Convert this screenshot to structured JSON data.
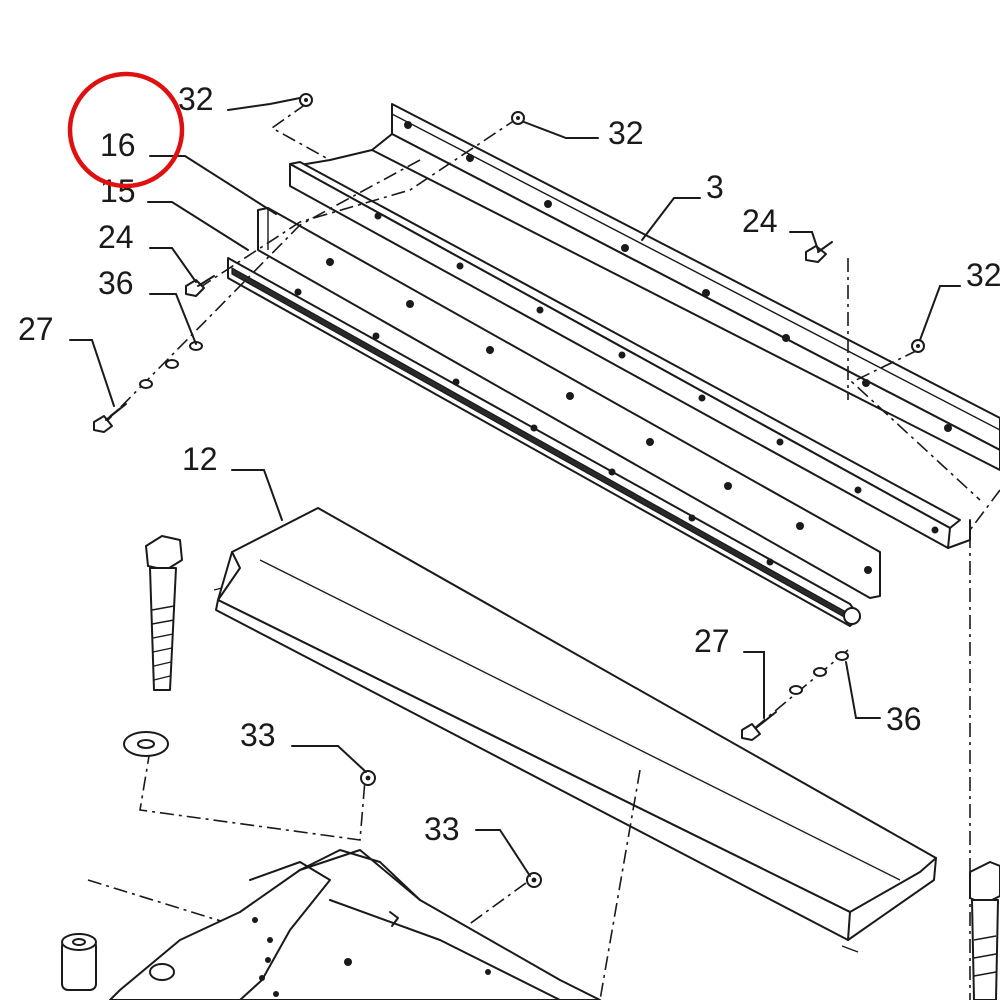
{
  "diagram": {
    "callouts": [
      {
        "id": "c32a",
        "label": "32"
      },
      {
        "id": "c16",
        "label": "16",
        "highlighted": true
      },
      {
        "id": "c15",
        "label": "15"
      },
      {
        "id": "c24a",
        "label": "24"
      },
      {
        "id": "c36a",
        "label": "36"
      },
      {
        "id": "c27a",
        "label": "27"
      },
      {
        "id": "c32b",
        "label": "32"
      },
      {
        "id": "c3",
        "label": "3"
      },
      {
        "id": "c24b",
        "label": "24"
      },
      {
        "id": "c32c",
        "label": "32"
      },
      {
        "id": "c12",
        "label": "12"
      },
      {
        "id": "c27b",
        "label": "27"
      },
      {
        "id": "c36b",
        "label": "36"
      },
      {
        "id": "c33a",
        "label": "33"
      },
      {
        "id": "c33b",
        "label": "33"
      }
    ],
    "highlight_color": "#e01010",
    "line_color": "#1a1a1a"
  }
}
